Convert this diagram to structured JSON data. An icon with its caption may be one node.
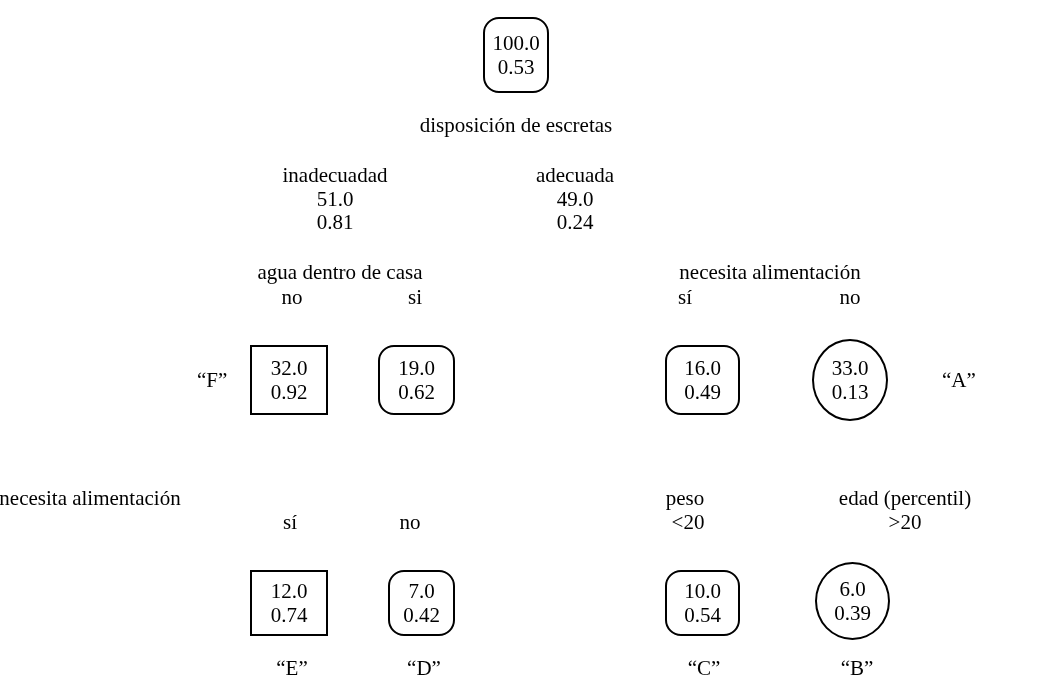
{
  "diagram": {
    "nodes": [
      {
        "text": [
          "100.0",
          "0.53"
        ]
      },
      {
        "text": [
          "32.0",
          "0.92"
        ],
        "beside": [
          "“F”"
        ]
      },
      {
        "text": [
          "19.0",
          "0.62"
        ]
      },
      {
        "text": [
          "16.0",
          "0.49"
        ]
      },
      {
        "text": [
          "33.0",
          "0.13"
        ],
        "beside": [
          "“A”"
        ]
      },
      {
        "text": [
          "12.0",
          "0.74"
        ],
        "beside": [
          "“E”"
        ]
      },
      {
        "text": [
          "7.0",
          "0.42"
        ],
        "beside": [
          "“D”"
        ]
      },
      {
        "text": [
          "10.0",
          "0.54"
        ],
        "beside": [
          "“C”"
        ]
      },
      {
        "text": [
          "6.0",
          "0.39"
        ],
        "beside": [
          "“B”"
        ]
      }
    ],
    "edges": [],
    "labels": [
      "disposición de escretas",
      "inadecuadad",
      "adecuada",
      "51.0",
      "49.0",
      "0.81",
      "0.24",
      "agua dentro de casa",
      "necesita alimentación",
      "no",
      "si",
      "sí",
      "no",
      "necesita alimentación",
      "peso",
      "edad (percentil)",
      "sí",
      "no",
      "<20",
      ">20"
    ]
  }
}
